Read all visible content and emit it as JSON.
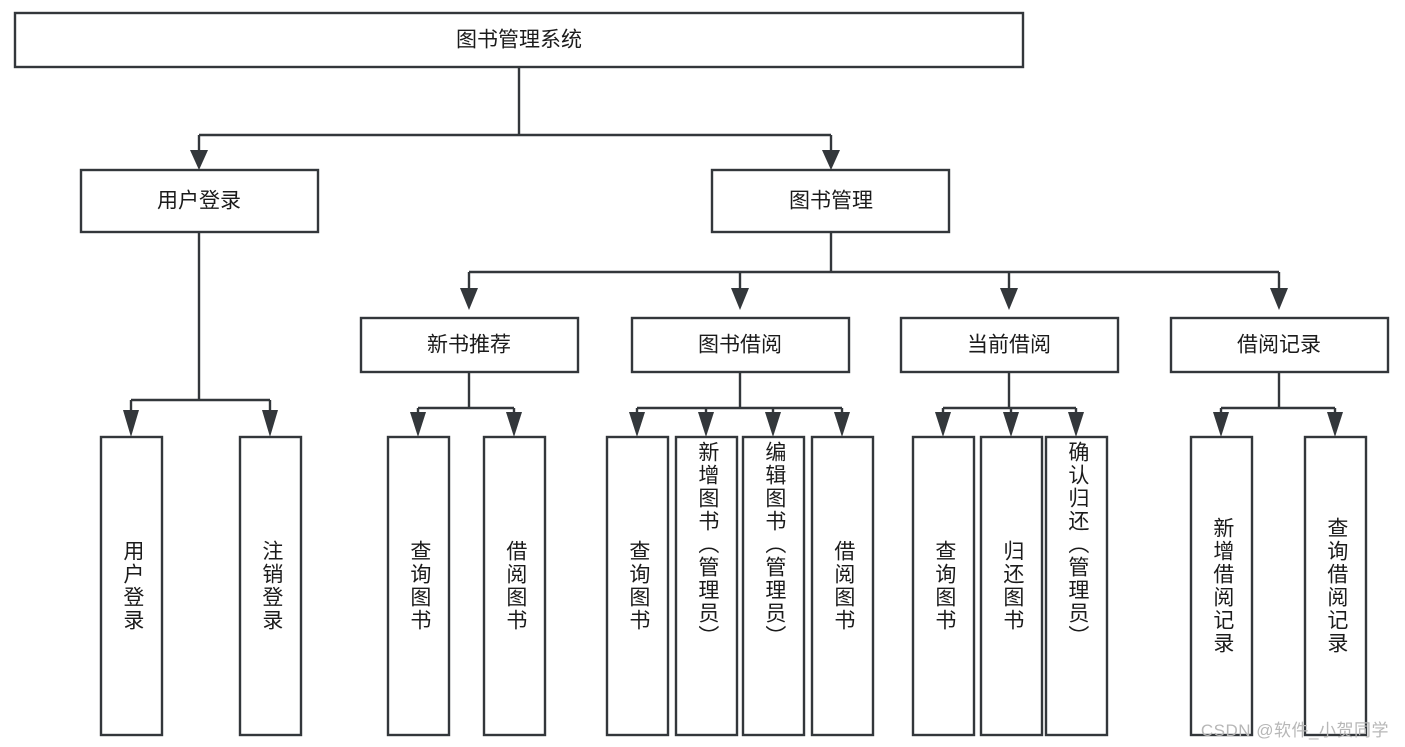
{
  "diagram": {
    "type": "tree",
    "title": "图书管理系统",
    "orientation": "top-down",
    "colors": {
      "stroke": "#33373b",
      "fill": "#ffffff",
      "text": "#1b1b1b",
      "watermark": "#b7b7b7",
      "background": "#ffffff"
    },
    "root": {
      "label": "图书管理系统",
      "text_direction": "horizontal"
    },
    "level2": [
      {
        "label": "用户登录",
        "text_direction": "horizontal"
      },
      {
        "label": "图书管理",
        "text_direction": "horizontal"
      }
    ],
    "level3": [
      {
        "label": "新书推荐",
        "text_direction": "horizontal"
      },
      {
        "label": "图书借阅",
        "text_direction": "horizontal"
      },
      {
        "label": "当前借阅",
        "text_direction": "horizontal"
      },
      {
        "label": "借阅记录",
        "text_direction": "horizontal"
      }
    ],
    "leaves": {
      "user_login": [
        {
          "label": "用户登录",
          "text_direction": "vertical"
        },
        {
          "label": "注销登录",
          "text_direction": "vertical"
        }
      ],
      "new_book_recommend": [
        {
          "label": "查询图书",
          "text_direction": "vertical"
        },
        {
          "label": "借阅图书",
          "text_direction": "vertical"
        }
      ],
      "book_borrow": [
        {
          "label": "查询图书",
          "text_direction": "vertical"
        },
        {
          "label": "新增图书（管理员）",
          "text_direction": "vertical"
        },
        {
          "label": "编辑图书（管理员）",
          "text_direction": "vertical"
        },
        {
          "label": "借阅图书",
          "text_direction": "vertical"
        }
      ],
      "current_borrow": [
        {
          "label": "查询图书",
          "text_direction": "vertical"
        },
        {
          "label": "归还图书",
          "text_direction": "vertical"
        },
        {
          "label": "确认归还（管理员）",
          "text_direction": "vertical"
        }
      ],
      "borrow_record": [
        {
          "label": "新增借阅记录",
          "text_direction": "vertical"
        },
        {
          "label": "查询借阅记录",
          "text_direction": "vertical"
        }
      ]
    }
  },
  "watermark": {
    "text": "CSDN @软件_小贺同学"
  }
}
